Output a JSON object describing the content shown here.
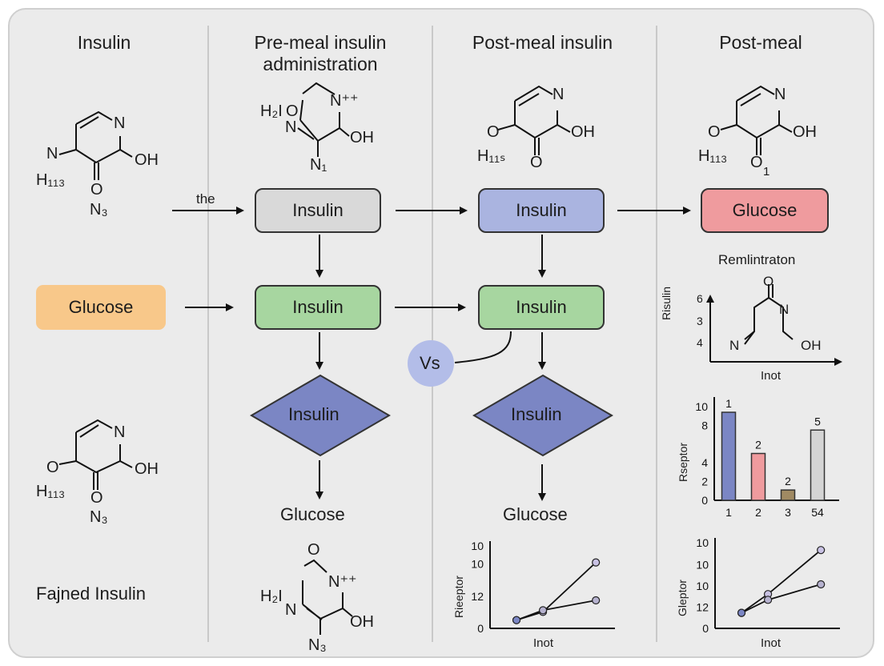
{
  "headers": {
    "col1": "Insulin",
    "col2": "Pre-meal insulin administration",
    "col3": "Post-meal insulin",
    "col4": "Post-meal"
  },
  "left_column": {
    "glucose_label": "Glucose",
    "bottom_label": "Fajned Insulin",
    "arrow_label": "the",
    "mol1": {
      "n": "N",
      "oh": "OH",
      "nl": "N",
      "h": "H₁₁₃",
      "o": "O",
      "n3": "N₃"
    },
    "mol2": {
      "n": "N",
      "oh": "OH",
      "o_left": "O",
      "h": "H₁₁₃",
      "o": "O",
      "n3": "N₃"
    }
  },
  "pre_meal": {
    "box1": "Insulin",
    "box2": "Insulin",
    "diamond": "Insulin",
    "outcome": "Glucose",
    "mol_top": {
      "h": "H₂I",
      "o": "O",
      "n_plus": "N⁺⁺",
      "n": "N",
      "oh": "OH",
      "n1": "N₁"
    },
    "mol_bottom": {
      "o": "O",
      "h": "H₂I",
      "n_plus": "N⁺⁺",
      "n": "N",
      "oh": "OH",
      "n3": "N₃"
    }
  },
  "post_meal_insulin": {
    "box1": "Insulin",
    "box2": "Insulin",
    "diamond": "Insulin",
    "outcome": "Glucose",
    "vs_label": "Vs",
    "mol": {
      "n": "N",
      "o_left": "O",
      "oh": "OH",
      "h": "H₁₁ₛ",
      "o": "O"
    }
  },
  "post_meal": {
    "box1": "Glucose",
    "mol": {
      "n": "N",
      "o_left": "O",
      "oh": "OH",
      "h": "H₁₁₃",
      "o": "O",
      "sub": "1"
    }
  },
  "colors": {
    "gray_box": "#d9d9d9",
    "green_box": "#a7d6a0",
    "blue_box": "#aab4e0",
    "red_box": "#ef9b9e",
    "orange_pill": "#f8c88a",
    "diamond": "#7b86c4",
    "vs_circle": "#b3bde8"
  },
  "chart_data": [
    {
      "type": "scatter",
      "title": "Remlintraton",
      "ylabel": "Risulin",
      "xlabel": "Inot",
      "y_ticks": [
        "6",
        "3",
        "4"
      ],
      "annotations": {
        "n": "N",
        "o": "O",
        "n_ring": "N",
        "oh": "OH"
      }
    },
    {
      "type": "bar",
      "ylabel": "Rseptor",
      "categories": [
        "1",
        "2",
        "3",
        "54"
      ],
      "values": [
        9.4,
        5.0,
        1.1,
        7.5
      ],
      "data_labels": [
        "1",
        "2",
        "2",
        "5"
      ],
      "colors": [
        "#7b86c4",
        "#ef9b9e",
        "#a08a63",
        "#d4d4d4"
      ],
      "y_ticks": [
        "10",
        "8",
        "4",
        "2",
        "0"
      ],
      "ylim": [
        0,
        10
      ]
    },
    {
      "type": "line",
      "ylabel": "Rieeptor",
      "xlabel": "Inot",
      "y_ticks": [
        "10",
        "10",
        "12",
        "0"
      ],
      "series": [
        {
          "points": [
            [
              1,
              1.0
            ],
            [
              2,
              2.0
            ],
            [
              4,
              8.0
            ]
          ]
        },
        {
          "points": [
            [
              1,
              1.0
            ],
            [
              2,
              2.2
            ],
            [
              4,
              3.4
            ]
          ]
        }
      ],
      "xlim": [
        0,
        4.6
      ],
      "ylim": [
        0,
        10
      ]
    },
    {
      "type": "line",
      "ylabel": "Gleptor",
      "xlabel": "Inot",
      "y_ticks": [
        "10",
        "10",
        "10",
        "12",
        "0"
      ],
      "series": [
        {
          "points": [
            [
              1,
              1.9
            ],
            [
              2,
              4.2
            ],
            [
              4,
              9.6
            ]
          ]
        },
        {
          "points": [
            [
              1,
              1.9
            ],
            [
              2,
              3.5
            ],
            [
              4,
              5.4
            ]
          ]
        }
      ],
      "xlim": [
        0,
        4.6
      ],
      "ylim": [
        0,
        10.5
      ]
    }
  ]
}
